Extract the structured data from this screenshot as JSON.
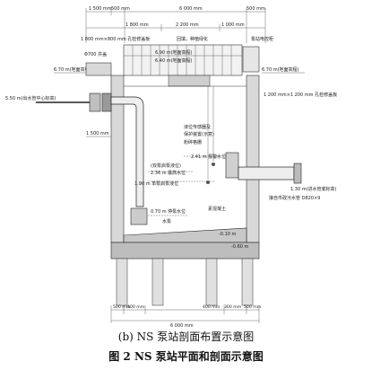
{
  "dimensions_top": {
    "d1500": "1 500 mm",
    "d500a": "500 mm",
    "d6000": "6 000 mm",
    "d500b": "500 mm",
    "d1800": "1 800 mm",
    "d2200": "2 200 mm",
    "d1000": "1 000 mm"
  },
  "labels": {
    "hatch_cover_top": "1 800 mm×800 mm 孔检修盖板",
    "backfill": "回填，种植绿化",
    "control_cabinet": "泵站电控柜",
    "ground_top": "6.90 m(地面高程)",
    "ground_top2": "6.40 m(地面高程)",
    "ground_left": "6.70 m(地面高程)",
    "ground_right": "6.70 m(地面高程)",
    "well_cover": "Φ700 井盖",
    "outlet_center": "5.50 m(出水管中心标高)",
    "hatch_cover_right": "1 200 mm×1 200 mm 孔检修盖板",
    "level_sensor": "液位传感器及",
    "protect_device": "保护装置(示意)",
    "grinder": "粉碎格栅",
    "alarm_level": "2.41 m 报警水位",
    "dual_pump_start": "(双泵启泵液位)",
    "high_level": "2.36 m 最高水位",
    "single_pump_start": "1.90 m 单泵启泵液位",
    "stop_level": "0.70 m 停泵水位",
    "pump": "水泵",
    "concrete": "素混凝土",
    "inlet_bottom": "1.30 m(进水管底标高)",
    "inlet_source": "接自市政污水管 D820×9",
    "elev_neg010": "-0.10 m",
    "elev_neg060": "-0.60 m",
    "d1500_mid": "1 500 mm"
  },
  "dimensions_bottom": {
    "b500a": "500 mm",
    "b400": "400 mm",
    "b400b": "400 mm",
    "b300": "300 mm",
    "b500b": "500 mm",
    "b6000": "6 000 mm"
  },
  "captions": {
    "sub": "(b)  NS 泵站剖面布置示意图",
    "main": "图 2   NS 泵站平面和剖面示意图"
  }
}
